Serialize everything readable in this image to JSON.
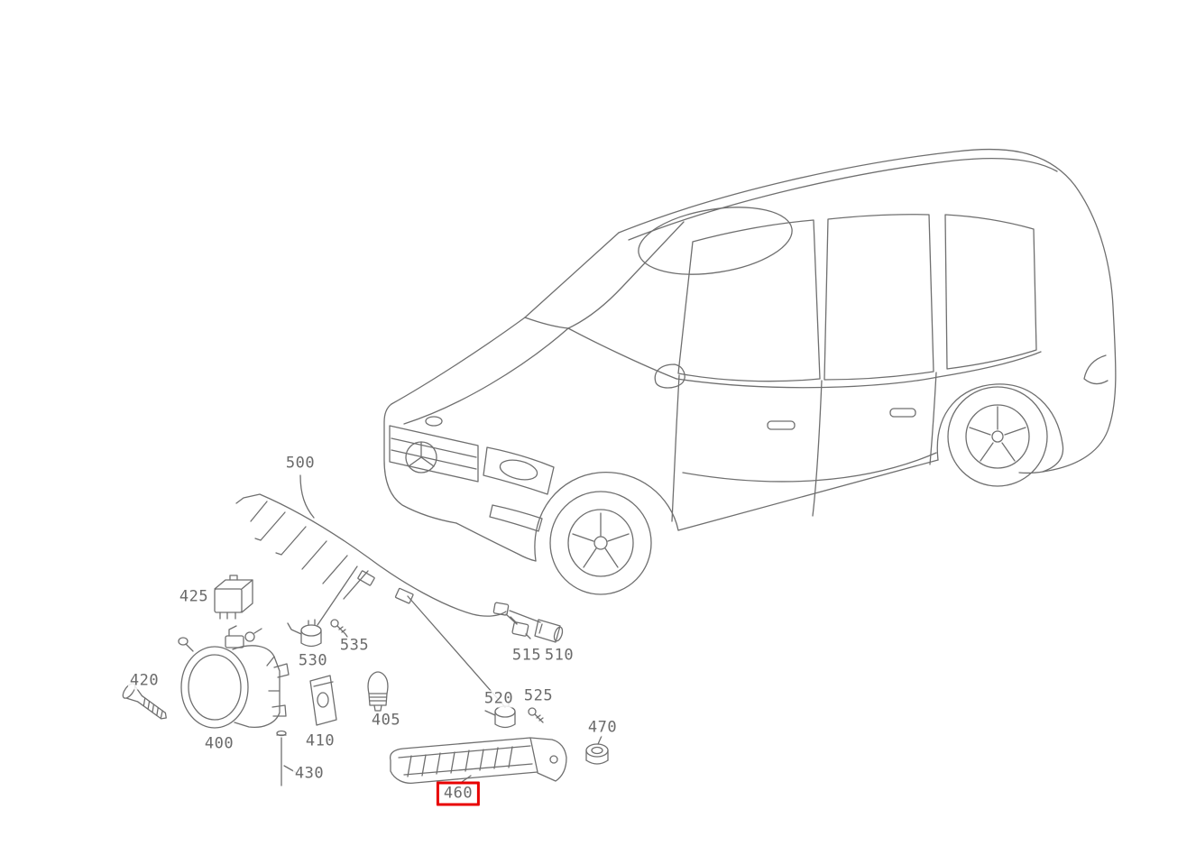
{
  "diagram": {
    "background_color": "#ffffff",
    "line_color": "#6f6f6f",
    "label_color": "#6a6a6a",
    "highlight": {
      "part": "460",
      "box_color": "#e80000"
    },
    "labels": [
      {
        "part": "500"
      },
      {
        "part": "425"
      },
      {
        "part": "530"
      },
      {
        "part": "535"
      },
      {
        "part": "420"
      },
      {
        "part": "400"
      },
      {
        "part": "410"
      },
      {
        "part": "430"
      },
      {
        "part": "405"
      },
      {
        "part": "460",
        "highlighted": true
      },
      {
        "part": "520"
      },
      {
        "part": "525"
      },
      {
        "part": "515"
      },
      {
        "part": "510"
      },
      {
        "part": "470"
      }
    ]
  }
}
